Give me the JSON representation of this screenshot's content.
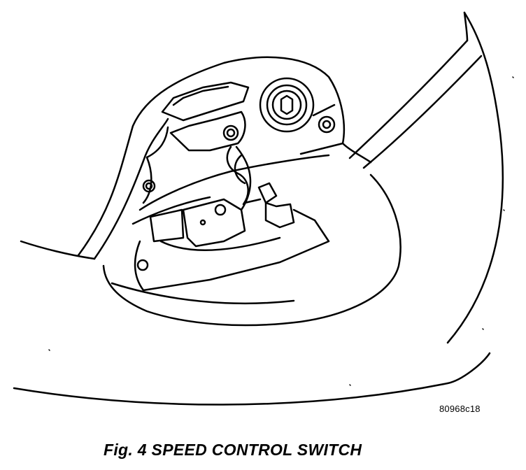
{
  "figure": {
    "reference_code": "80968c18",
    "caption": "Fig. 4 SPEED CONTROL SWITCH"
  },
  "icons": {
    "illustration": "steering-wheel-speed-control-switch-line-drawing"
  },
  "colors": {
    "line": "#000000",
    "background": "#ffffff"
  }
}
